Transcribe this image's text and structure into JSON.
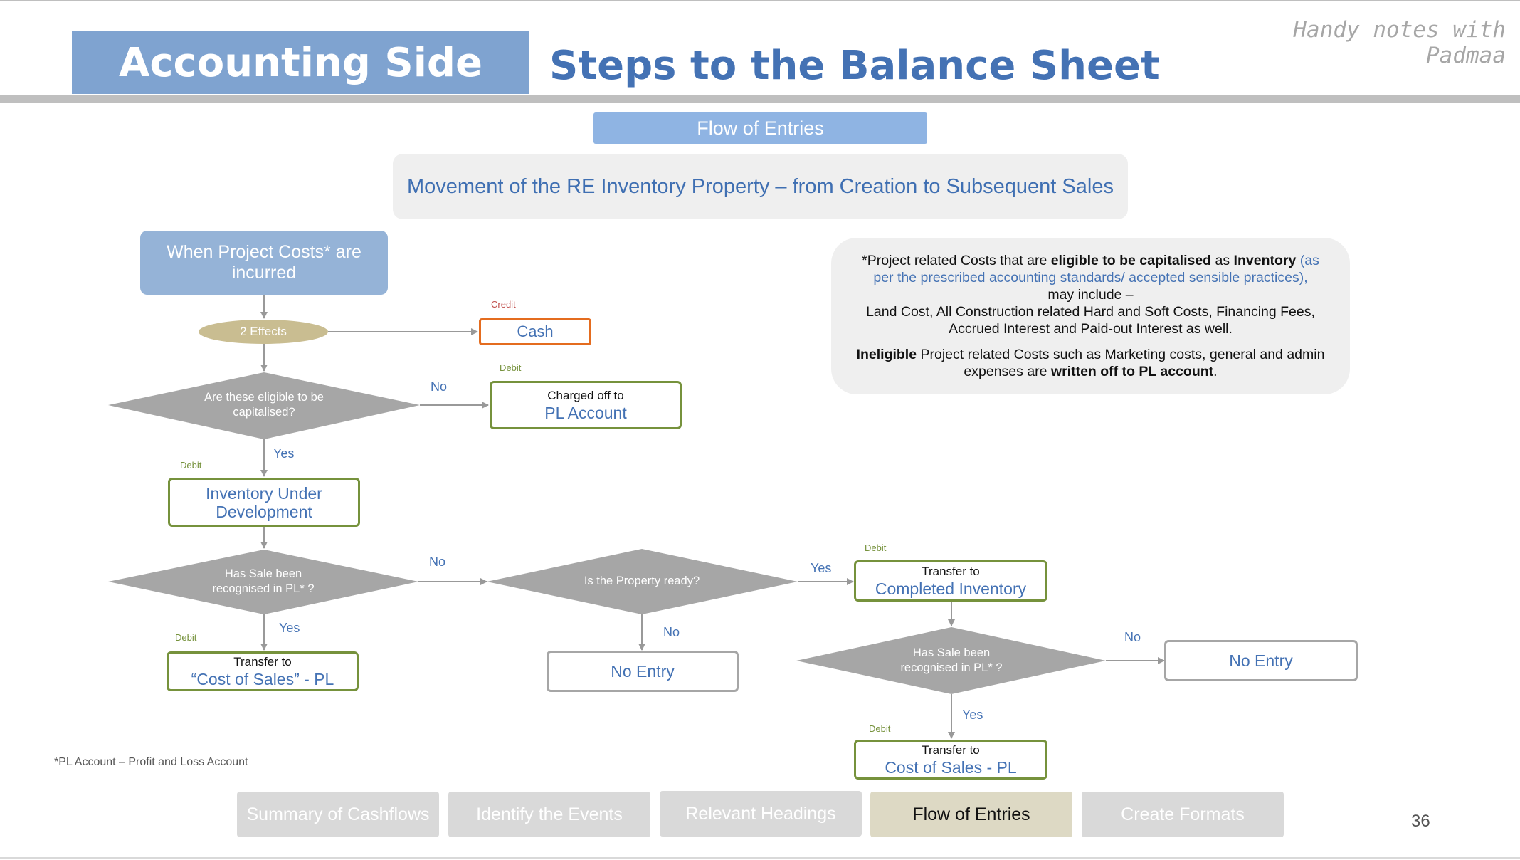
{
  "header": {
    "section_title": "Accounting Side",
    "page_title": "Steps to the Balance Sheet",
    "watermark": "Handy notes with Padmaa"
  },
  "badge": "Flow of Entries",
  "subtitle": "Movement of the RE Inventory Property – from Creation to Subsequent Sales",
  "note": {
    "line1_a": "*Project related Costs that are ",
    "line1_b": "eligible to be capitalised",
    "line1_c": " as ",
    "line1_d": "Inventory",
    "line1_e": " (as per the prescribed accounting standards/ accepted sensible practices),",
    "line2": "may include –",
    "line3": "Land Cost, All Construction related Hard and Soft Costs, Financing Fees, Accrued Interest and Paid-out Interest as well.",
    "line4_a": "Ineligible",
    "line4_b": " Project related Costs such as Marketing costs, general and admin expenses are ",
    "line4_c": "written off to PL account",
    "line4_d": "."
  },
  "flow": {
    "start": "When Project Costs* are incurred",
    "effects": "2 Effects",
    "cash": "Cash",
    "credit_label": "Credit",
    "debit_label": "Debit",
    "q_eligible": "Are these eligible to be capitalised?",
    "charged_off_small": "Charged off to",
    "charged_off_main": "PL Account",
    "inventory_under_dev": "Inventory Under Development",
    "q_sale1": "Has Sale been recognised in PL* ?",
    "transfer_to": "Transfer to",
    "cost_of_sales_quoted": "“Cost of Sales” - PL",
    "q_ready": "Is the Property ready?",
    "no_entry": "No Entry",
    "completed_inventory": "Completed Inventory",
    "q_sale2": "Has Sale been recognised in PL* ?",
    "cost_of_sales": "Cost of Sales - PL",
    "yes": "Yes",
    "no": "No"
  },
  "footnote": "*PL Account – Profit and Loss Account",
  "nav": {
    "tabs": [
      {
        "label": "Summary of Cashflows",
        "active": false
      },
      {
        "label": "Identify the Events",
        "active": false
      },
      {
        "label": "Relevant Headings",
        "active": false
      },
      {
        "label": "Flow of Entries",
        "active": true
      },
      {
        "label": "Create Formats",
        "active": false
      }
    ]
  },
  "page_number": "36"
}
